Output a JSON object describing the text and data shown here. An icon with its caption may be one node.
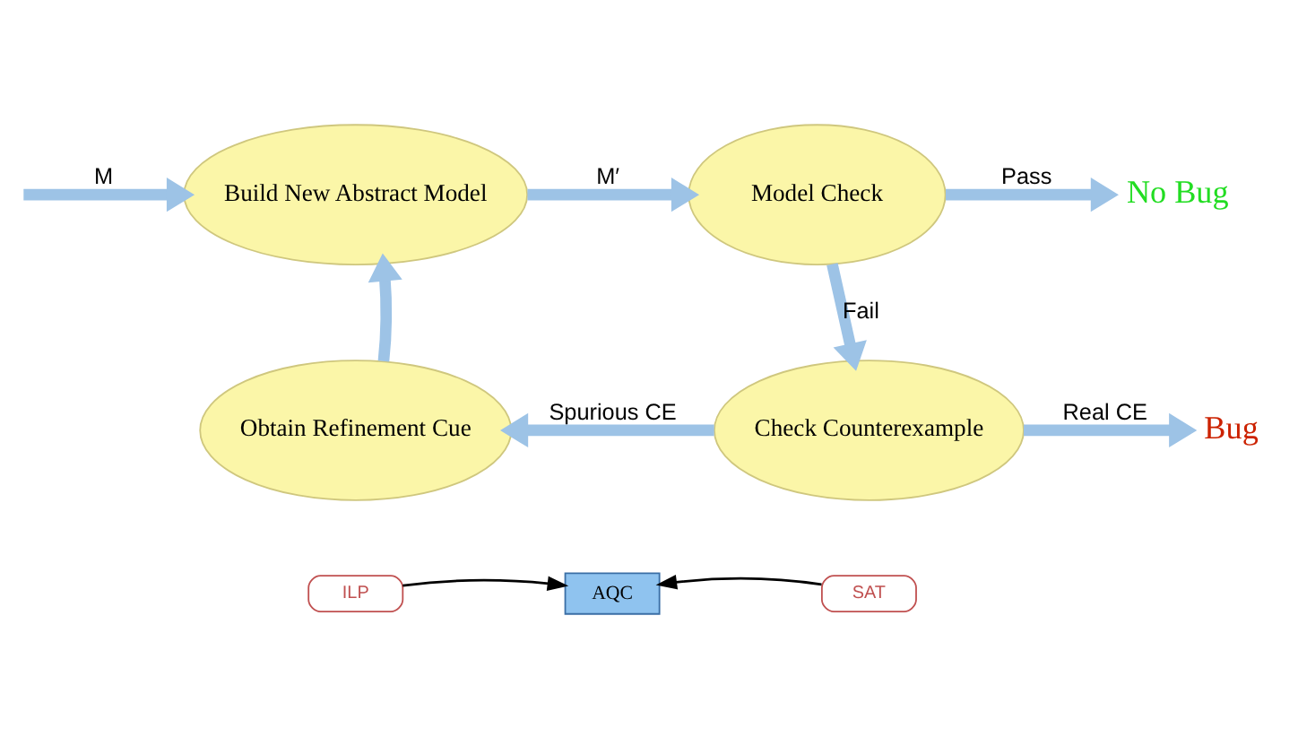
{
  "diagram": {
    "nodes": [
      {
        "text": [
          "Build New Abstract Model"
        ]
      },
      {
        "text": [
          "Model Check"
        ]
      },
      {
        "text": [
          "Check Counterexample"
        ]
      },
      {
        "text": [
          "Obtain Refinement Cue"
        ]
      },
      {
        "text": [
          "No Bug"
        ]
      },
      {
        "text": [
          "Bug"
        ]
      },
      {
        "text": [
          "ILP"
        ]
      },
      {
        "text": [
          "SAT"
        ]
      },
      {
        "text": [
          "AQC"
        ]
      }
    ],
    "edges": [
      {
        "from": null,
        "to": 0,
        "arrow": "to",
        "label": "M"
      },
      {
        "from": 0,
        "to": 1,
        "arrow": "to",
        "label": "M′"
      },
      {
        "from": 1,
        "to": 4,
        "arrow": "to",
        "label": "Pass"
      },
      {
        "from": 1,
        "to": 2,
        "arrow": "to",
        "label": "Fail"
      },
      {
        "from": 2,
        "to": 5,
        "arrow": "to",
        "label": "Real CE"
      },
      {
        "from": 2,
        "to": 3,
        "arrow": "to",
        "label": "Spurious CE"
      },
      {
        "from": 3,
        "to": 0,
        "arrow": "to"
      },
      {
        "from": 6,
        "to": 8,
        "arrow": "to",
        "color": "#000000"
      },
      {
        "from": 7,
        "to": 8,
        "arrow": "to",
        "color": "#000000"
      }
    ]
  }
}
